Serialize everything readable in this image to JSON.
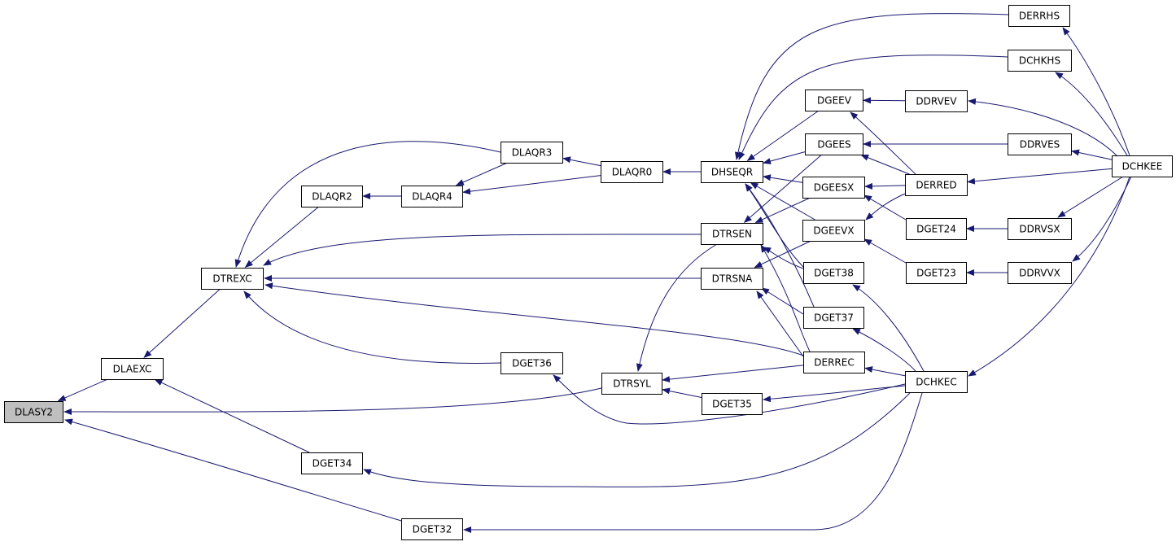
{
  "graph": {
    "edge_color": "#191970",
    "root_fill": "#bfbfbf",
    "nodes": [
      {
        "id": "DLASY2",
        "label": "DLASY2",
        "root": true
      },
      {
        "id": "DLAEXC",
        "label": "DLAEXC"
      },
      {
        "id": "DTREXC",
        "label": "DTREXC"
      },
      {
        "id": "DLAQR2",
        "label": "DLAQR2"
      },
      {
        "id": "DLAQR3",
        "label": "DLAQR3"
      },
      {
        "id": "DLAQR4",
        "label": "DLAQR4"
      },
      {
        "id": "DLAQR0",
        "label": "DLAQR0"
      },
      {
        "id": "DHSEQR",
        "label": "DHSEQR"
      },
      {
        "id": "DTRSEN",
        "label": "DTRSEN"
      },
      {
        "id": "DTRSNA",
        "label": "DTRSNA"
      },
      {
        "id": "DGET36",
        "label": "DGET36"
      },
      {
        "id": "DTRSYL",
        "label": "DTRSYL"
      },
      {
        "id": "DGET35",
        "label": "DGET35"
      },
      {
        "id": "DGET34",
        "label": "DGET34"
      },
      {
        "id": "DGET32",
        "label": "DGET32"
      },
      {
        "id": "DGEEV",
        "label": "DGEEV"
      },
      {
        "id": "DGEES",
        "label": "DGEES"
      },
      {
        "id": "DGEESX",
        "label": "DGEESX"
      },
      {
        "id": "DGEEVX",
        "label": "DGEEVX"
      },
      {
        "id": "DGET38",
        "label": "DGET38"
      },
      {
        "id": "DGET37",
        "label": "DGET37"
      },
      {
        "id": "DERREC",
        "label": "DERREC"
      },
      {
        "id": "DDRVEV",
        "label": "DDRVEV"
      },
      {
        "id": "DERRED",
        "label": "DERRED"
      },
      {
        "id": "DGET24",
        "label": "DGET24"
      },
      {
        "id": "DGET23",
        "label": "DGET23"
      },
      {
        "id": "DCHKEC",
        "label": "DCHKEC"
      },
      {
        "id": "DERRHS",
        "label": "DERRHS"
      },
      {
        "id": "DCHKHS",
        "label": "DCHKHS"
      },
      {
        "id": "DDRVES",
        "label": "DDRVES"
      },
      {
        "id": "DDRVSX",
        "label": "DDRVSX"
      },
      {
        "id": "DDRVVX",
        "label": "DDRVVX"
      },
      {
        "id": "DCHKEE",
        "label": "DCHKEE"
      }
    ],
    "edges": [
      {
        "from": "DLAEXC",
        "to": "DLASY2"
      },
      {
        "from": "DTRSYL",
        "to": "DLASY2"
      },
      {
        "from": "DGET32",
        "to": "DLASY2"
      },
      {
        "from": "DTREXC",
        "to": "DLAEXC"
      },
      {
        "from": "DGET34",
        "to": "DLAEXC"
      },
      {
        "from": "DLAQR2",
        "to": "DTREXC"
      },
      {
        "from": "DLAQR3",
        "to": "DTREXC"
      },
      {
        "from": "DTRSEN",
        "to": "DTREXC"
      },
      {
        "from": "DTRSNA",
        "to": "DTREXC"
      },
      {
        "from": "DGET36",
        "to": "DTREXC"
      },
      {
        "from": "DERREC",
        "to": "DTREXC"
      },
      {
        "from": "DLAQR4",
        "to": "DLAQR2"
      },
      {
        "from": "DLAQR3",
        "to": "DLAQR4"
      },
      {
        "from": "DLAQR0",
        "to": "DLAQR4"
      },
      {
        "from": "DLAQR0",
        "to": "DLAQR3"
      },
      {
        "from": "DHSEQR",
        "to": "DLAQR0"
      },
      {
        "from": "DGEEV",
        "to": "DHSEQR"
      },
      {
        "from": "DGEES",
        "to": "DHSEQR"
      },
      {
        "from": "DGEESX",
        "to": "DHSEQR"
      },
      {
        "from": "DGEEVX",
        "to": "DHSEQR"
      },
      {
        "from": "DERRHS",
        "to": "DHSEQR"
      },
      {
        "from": "DCHKHS",
        "to": "DHSEQR"
      },
      {
        "from": "DGET38",
        "to": "DHSEQR"
      },
      {
        "from": "DGET37",
        "to": "DHSEQR"
      },
      {
        "from": "DGEES",
        "to": "DTRSEN"
      },
      {
        "from": "DGEESX",
        "to": "DTRSEN"
      },
      {
        "from": "DGET38",
        "to": "DTRSEN"
      },
      {
        "from": "DERREC",
        "to": "DTRSEN"
      },
      {
        "from": "DGEEVX",
        "to": "DTRSNA"
      },
      {
        "from": "DGET37",
        "to": "DTRSNA"
      },
      {
        "from": "DERREC",
        "to": "DTRSNA"
      },
      {
        "from": "DTRSEN",
        "to": "DTRSYL"
      },
      {
        "from": "DERREC",
        "to": "DTRSYL"
      },
      {
        "from": "DGET35",
        "to": "DTRSYL"
      },
      {
        "from": "DCHKEC",
        "to": "DGET36"
      },
      {
        "from": "DCHKEC",
        "to": "DGET35"
      },
      {
        "from": "DCHKEC",
        "to": "DGET34"
      },
      {
        "from": "DCHKEC",
        "to": "DGET32"
      },
      {
        "from": "DCHKEC",
        "to": "DGET38"
      },
      {
        "from": "DCHKEC",
        "to": "DGET37"
      },
      {
        "from": "DCHKEC",
        "to": "DERREC"
      },
      {
        "from": "DDRVEV",
        "to": "DGEEV"
      },
      {
        "from": "DERRED",
        "to": "DGEEV"
      },
      {
        "from": "DDRVES",
        "to": "DGEES"
      },
      {
        "from": "DERRED",
        "to": "DGEES"
      },
      {
        "from": "DERRED",
        "to": "DGEESX"
      },
      {
        "from": "DGET24",
        "to": "DGEESX"
      },
      {
        "from": "DERRED",
        "to": "DGEEVX"
      },
      {
        "from": "DGET23",
        "to": "DGEEVX"
      },
      {
        "from": "DDRVSX",
        "to": "DGET24"
      },
      {
        "from": "DDRVVX",
        "to": "DGET23"
      },
      {
        "from": "DCHKEE",
        "to": "DERRHS"
      },
      {
        "from": "DCHKEE",
        "to": "DCHKHS"
      },
      {
        "from": "DCHKEE",
        "to": "DDRVEV"
      },
      {
        "from": "DCHKEE",
        "to": "DDRVES"
      },
      {
        "from": "DCHKEE",
        "to": "DERRED"
      },
      {
        "from": "DCHKEE",
        "to": "DDRVSX"
      },
      {
        "from": "DCHKEE",
        "to": "DDRVVX"
      },
      {
        "from": "DCHKEE",
        "to": "DCHKEC"
      }
    ]
  }
}
